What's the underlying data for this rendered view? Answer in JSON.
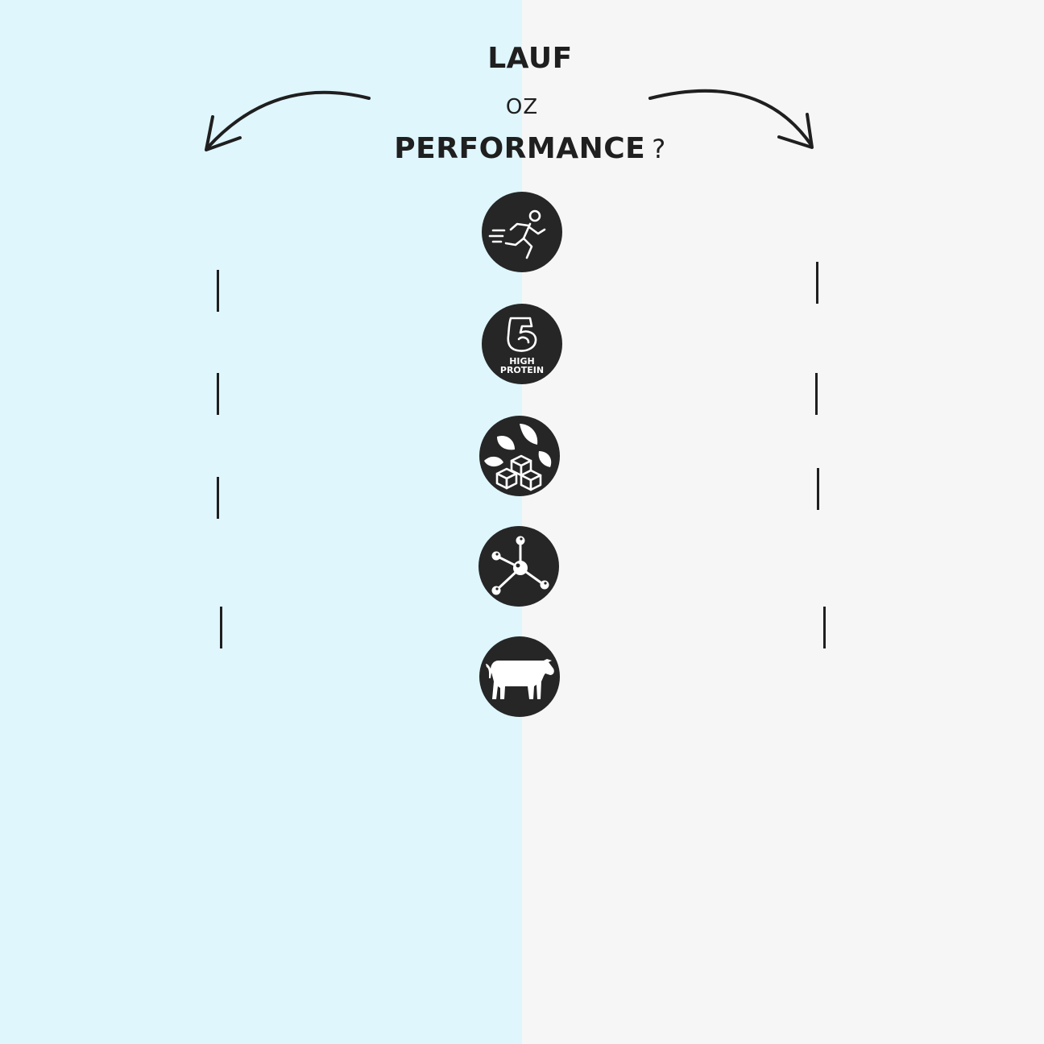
{
  "heading": {
    "line1": "LAUF",
    "line2": "OZ",
    "line3": "PERFORMANCE",
    "question_mark": "?"
  },
  "icons": [
    {
      "name": "running-person-icon"
    },
    {
      "name": "flexed-arm-icon",
      "label_line1": "HIGH",
      "label_line2": "PROTEIN"
    },
    {
      "name": "leaves-and-cubes-icon"
    },
    {
      "name": "molecule-icon"
    },
    {
      "name": "cow-icon"
    }
  ],
  "colors": {
    "left_background": "#dff6fd",
    "right_background": "#f6f6f6",
    "icon_circle": "#262626",
    "text": "#1f1f1f"
  }
}
